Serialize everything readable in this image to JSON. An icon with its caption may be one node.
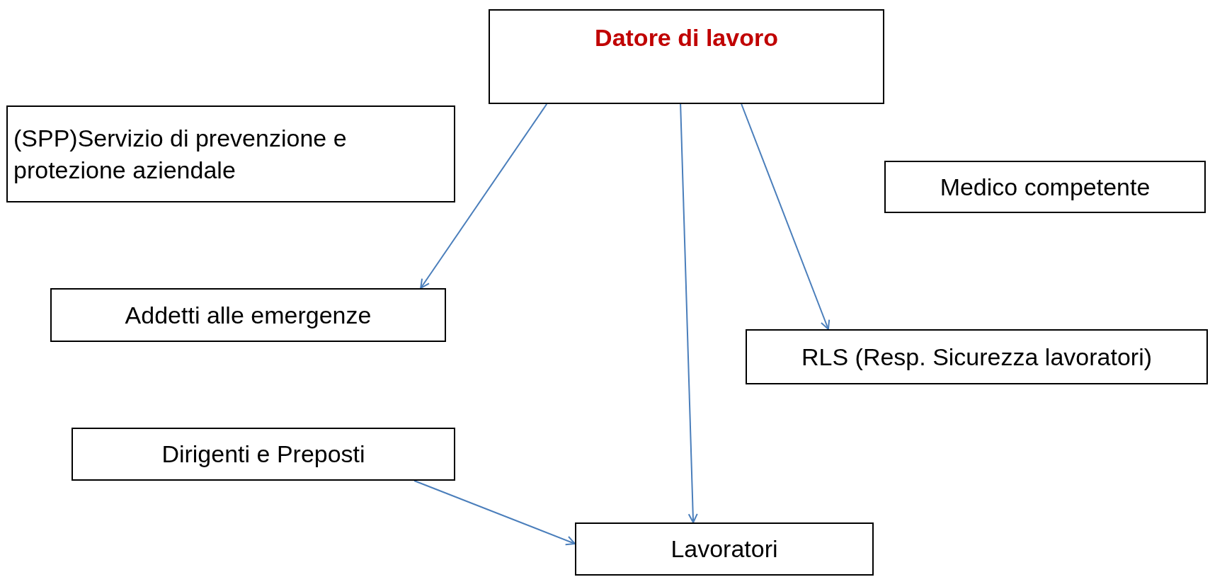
{
  "diagram": {
    "nodes": [
      {
        "text": [
          "Datore di lavoro"
        ]
      },
      {
        "text": [
          "(SPP)Servizio di prevenzione e protezione aziendale"
        ]
      },
      {
        "text": [
          "Medico competente"
        ]
      },
      {
        "text": [
          "Addetti alle emergenze"
        ]
      },
      {
        "text": [
          "RLS (Resp. Sicurezza lavoratori)"
        ]
      },
      {
        "text": [
          "Dirigenti e Preposti"
        ]
      },
      {
        "text": [
          "Lavoratori"
        ]
      }
    ],
    "edges": [
      {
        "from": 0,
        "to": 3,
        "arrow": "to"
      },
      {
        "from": 0,
        "to": 6,
        "arrow": "to"
      },
      {
        "from": 0,
        "to": 4,
        "arrow": "to"
      },
      {
        "from": 5,
        "to": 6,
        "arrow": "to"
      }
    ]
  }
}
